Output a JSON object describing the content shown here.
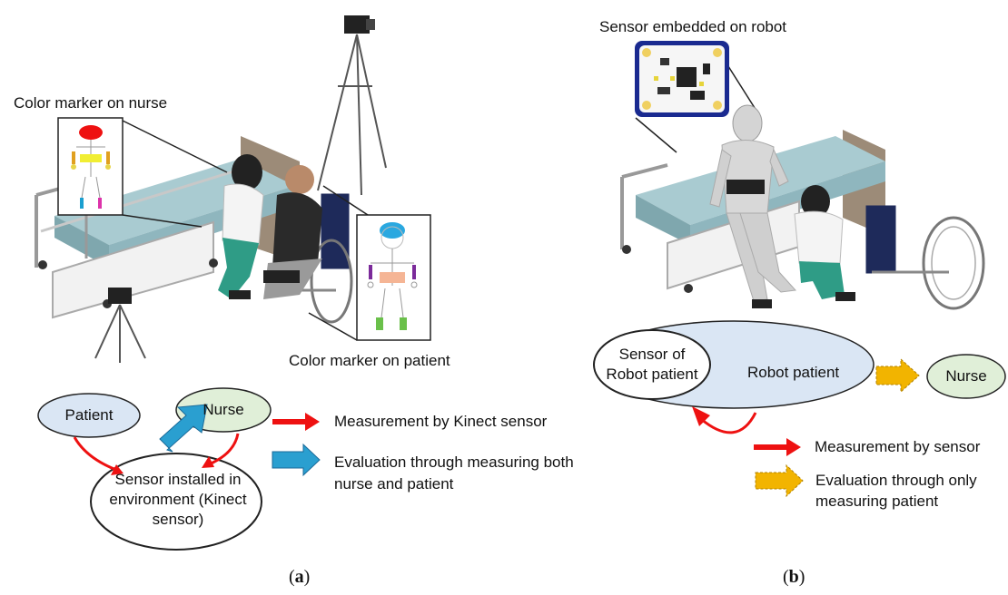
{
  "panel_a": {
    "label_open": "(",
    "label_letter": "a",
    "label_close": ")",
    "nurse_marker_caption": "Color marker on nurse",
    "patient_marker_caption": "Color marker on patient",
    "patient_node": "Patient",
    "nurse_node": "Nurse",
    "sensor_node": "Sensor installed in environment (Kinect sensor)",
    "legend": [
      {
        "text": "Measurement by Kinect sensor",
        "color": "#ee1111"
      },
      {
        "text": "Evaluation through measuring both nurse and patient",
        "color": "#2a9fd0"
      }
    ]
  },
  "panel_b": {
    "label_open": "(",
    "label_letter": "b",
    "label_close": ")",
    "embedded_caption": "Sensor embedded on robot",
    "robot_patient_node": "Robot patient",
    "robot_sensor_node": "Sensor of Robot patient",
    "nurse_node": "Nurse",
    "legend": [
      {
        "text": "Measurement by sensor",
        "color": "#ee1111"
      },
      {
        "text": "Evaluation through only measuring patient",
        "color": "#f2b400"
      }
    ]
  },
  "colors": {
    "patient_fill": "#dae6f4",
    "nurse_fill": "#e0efd8",
    "robot_fill": "#dae6f4",
    "red_arrow": "#ee1111",
    "blue_arrow": "#2a9fd0",
    "orange_arrow": "#f2b400",
    "mattress": "#8fb6be"
  }
}
